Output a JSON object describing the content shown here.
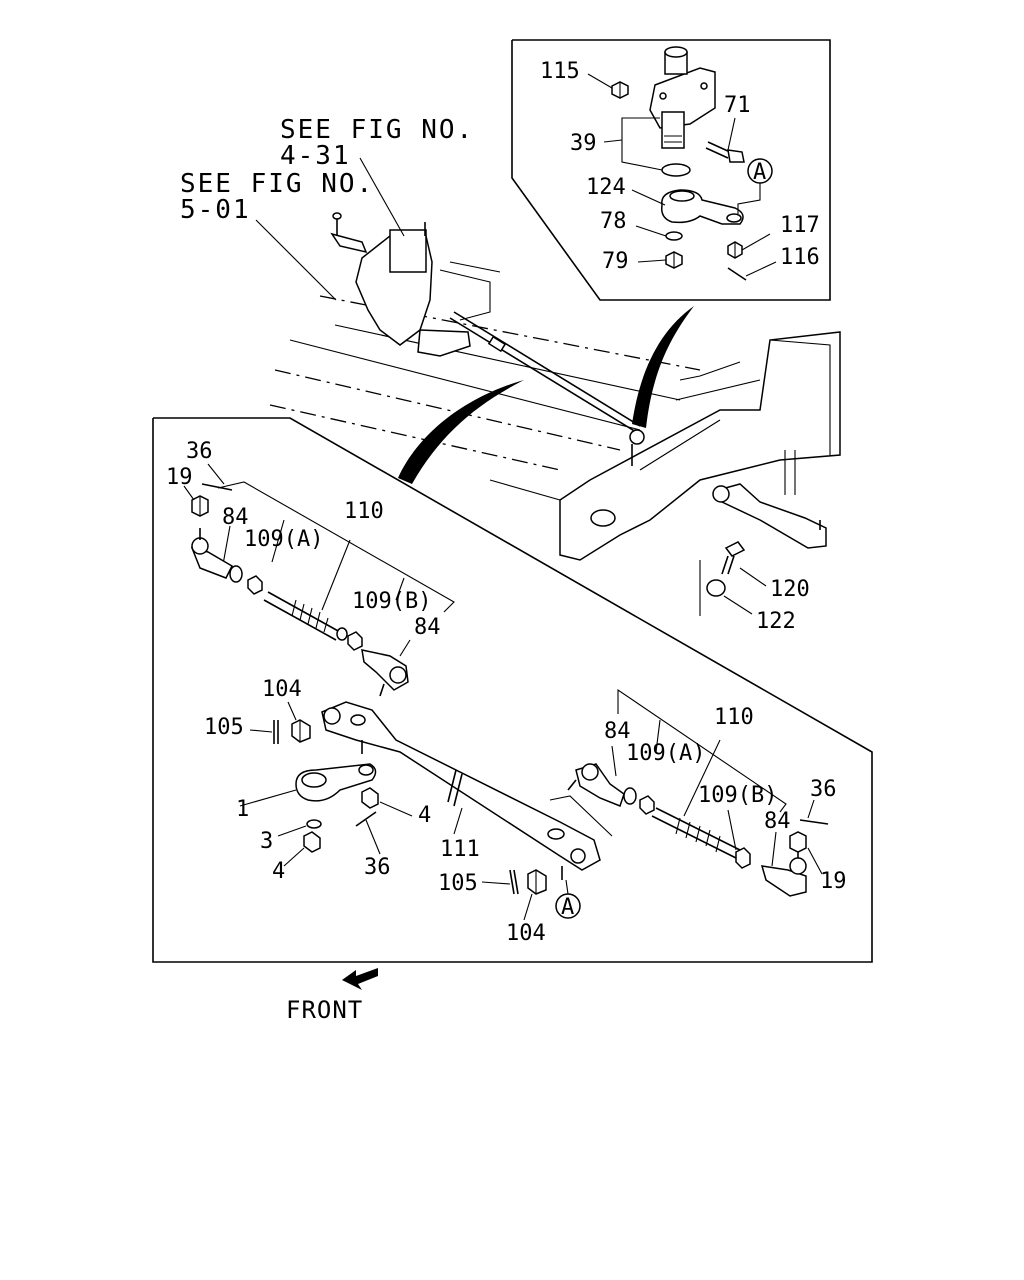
{
  "references": {
    "fig_4_31": {
      "line1": "SEE FIG NO.",
      "line2": "4-31"
    },
    "fig_5_01": {
      "line1": "SEE FIG NO.",
      "line2": "5-01"
    }
  },
  "direction": {
    "label": "FRONT"
  },
  "callouts": {
    "c115": "115",
    "c71": "71",
    "c39": "39",
    "c124": "124",
    "cA_top": "A",
    "c78": "78",
    "c117": "117",
    "c79": "79",
    "c116": "116",
    "c36_left": "36",
    "c19_left": "19",
    "c84_left": "84",
    "c109A_left": "109(A)",
    "c110_left": "110",
    "c109B_left": "109(B)",
    "c84_left2": "84",
    "c104_top": "104",
    "c105_top": "105",
    "c1": "1",
    "c4_right": "4",
    "c3": "3",
    "c4_left": "4",
    "c36_bottom": "36",
    "c111": "111",
    "c105_bottom": "105",
    "c104_bottom": "104",
    "cA_bottom": "A",
    "c120": "120",
    "c122": "122",
    "c84_right": "84",
    "c110_right": "110",
    "c109A_right": "109(A)",
    "c36_right": "36",
    "c109B_right": "109(B)",
    "c84_right2": "84",
    "c19_right": "19"
  }
}
